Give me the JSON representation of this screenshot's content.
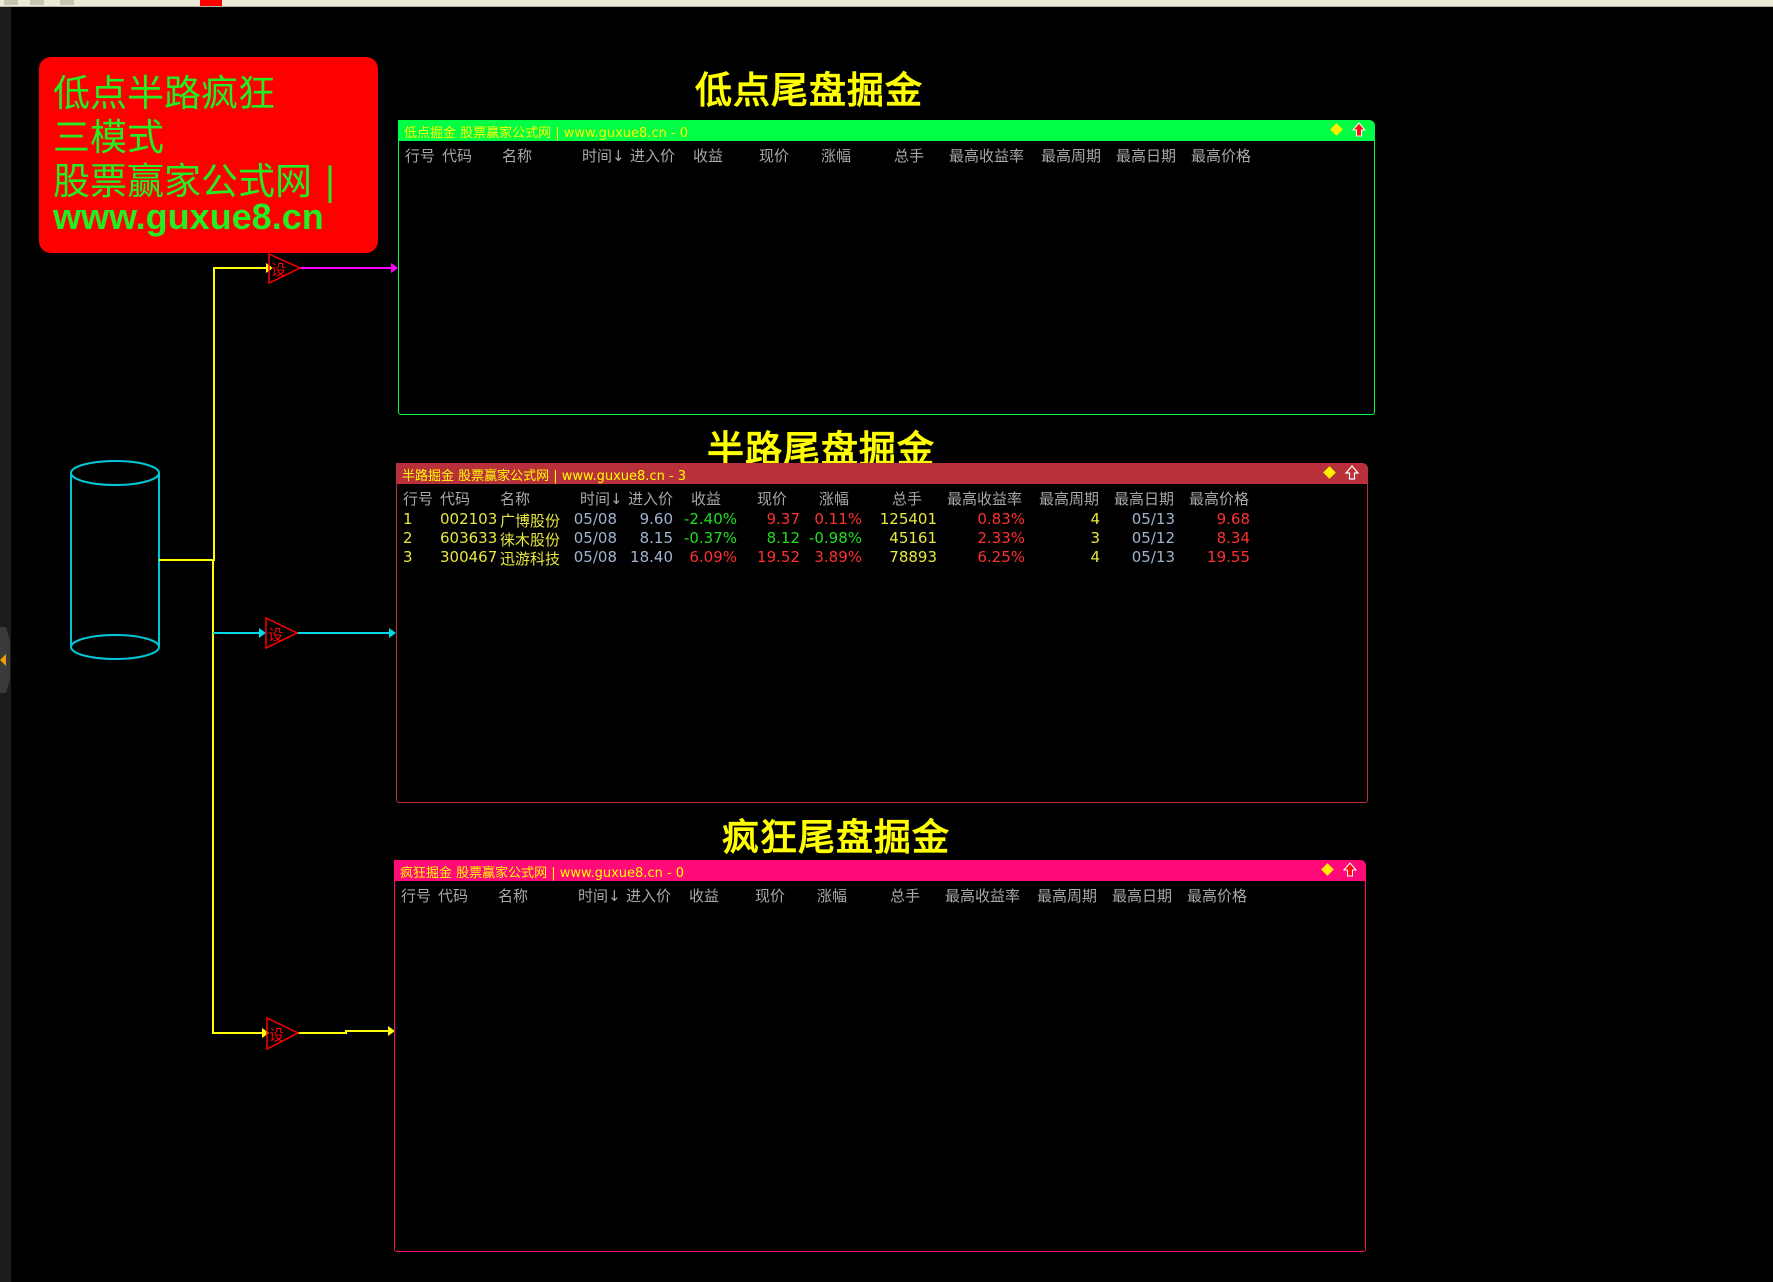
{
  "banner": {
    "line1": "低点半路疯狂",
    "line2": "三模式",
    "line3": "股票赢家公式网 |",
    "line4": "www.guxue8.cn",
    "bg_color": "#ff0000",
    "text_color": "#22ee22"
  },
  "diagram": {
    "node_label": "设",
    "source_shape": "cylinder-database-icon"
  },
  "columns": [
    "行号",
    "代码",
    "名称",
    "时间↓",
    "进入价",
    "收益",
    "现价",
    "涨幅",
    "总手",
    "最高收益率",
    "最高周期",
    "最高日期",
    "最高价格"
  ],
  "panels": [
    {
      "section_title": "低点尾盘掘金",
      "title_bar": "低点掘金 股票赢家公式网 | www.guxue8.cn - 0",
      "color": "#00ff44",
      "count": 0,
      "rows": []
    },
    {
      "section_title": "半路尾盘掘金",
      "title_bar": "半路掘金 股票赢家公式网 | www.guxue8.cn - 3",
      "color": "#b8303a",
      "count": 3,
      "rows": [
        {
          "no": "1",
          "code": "002103",
          "name": "广博股份",
          "time": "05/08",
          "entry": "9.60",
          "ret": "-2.40%",
          "price": "9.37",
          "chg": "0.11%",
          "vol": "125401",
          "max_ret": "0.83%",
          "max_period": "4",
          "max_date": "05/13",
          "max_price": "9.68"
        },
        {
          "no": "2",
          "code": "603633",
          "name": "徕木股份",
          "time": "05/08",
          "entry": "8.15",
          "ret": "-0.37%",
          "price": "8.12",
          "chg": "-0.98%",
          "vol": "45161",
          "max_ret": "2.33%",
          "max_period": "3",
          "max_date": "05/12",
          "max_price": "8.34"
        },
        {
          "no": "3",
          "code": "300467",
          "name": "迅游科技",
          "time": "05/08",
          "entry": "18.40",
          "ret": "6.09%",
          "price": "19.52",
          "chg": "3.89%",
          "vol": "78893",
          "max_ret": "6.25%",
          "max_period": "4",
          "max_date": "05/13",
          "max_price": "19.55"
        }
      ]
    },
    {
      "section_title": "疯狂尾盘掘金",
      "title_bar": "疯狂掘金 股票赢家公式网 | www.guxue8.cn - 0",
      "color": "#ff0a78",
      "count": 0,
      "rows": []
    }
  ],
  "colors": {
    "positive": "#ff3030",
    "negative": "#20dd20",
    "header_text": "#a8a8a8",
    "section_title": "#ffff00"
  }
}
